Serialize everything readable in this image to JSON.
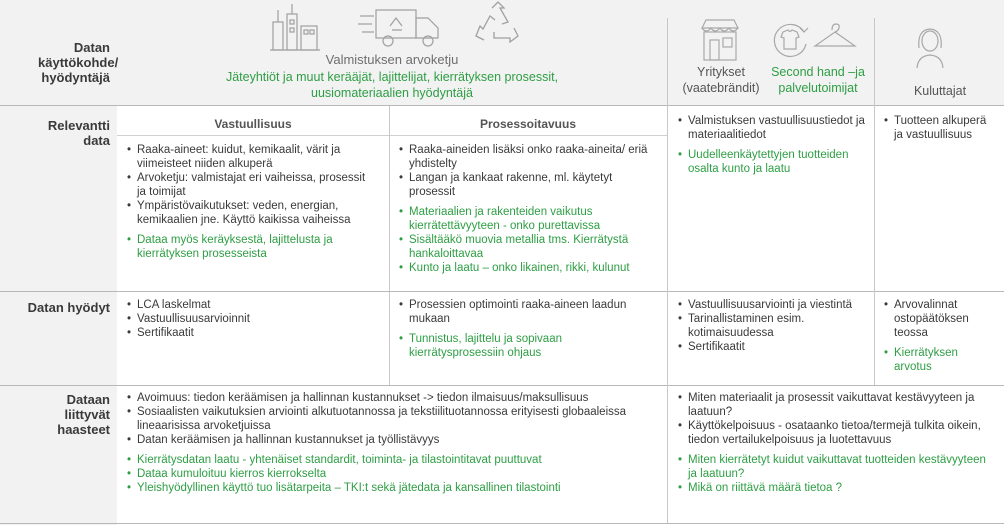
{
  "rows": {
    "header": "Datan käyttökohde/ hyödyntäjä",
    "relevant": "Relevantti data",
    "benefits": "Datan hyödyt",
    "challenges": "Dataan liittyvät haasteet"
  },
  "header": {
    "manufacturing_title": "Valmistuksen arvoketju",
    "manufacturing_sub": "Jäteyhtiöt ja muut kerääjät, lajittelijat, kierrätyksen prosessit, uusiomateriaalien hyödyntäjä",
    "companies": "Yritykset (vaatebrändit)",
    "second_hand": "Second hand –ja palvelutoimijat",
    "consumers": "Kuluttajat"
  },
  "subheads": {
    "responsibility": "Vastuullisuus",
    "processability": "Prosessoitavuus"
  },
  "relevant": {
    "responsibility": [
      {
        "text": "Raaka-aineet: kuidut, kemikaalit, värit ja viimeisteet niiden alkuperä",
        "green": false
      },
      {
        "text": "Arvoketju: valmistajat eri vaiheissa, prosessit ja toimijat",
        "green": false
      },
      {
        "text": "Ympäristövaikutukset: veden, energian, kemikaalien jne. Käyttö kaikissa vaiheissa",
        "green": false
      },
      {
        "text": "Dataa myös keräyksestä, lajittelusta ja kierrätyksen prosesseista",
        "green": true
      }
    ],
    "processability": [
      {
        "text": "Raaka-aineiden lisäksi onko raaka-aineita/ eriä yhdistelty",
        "green": false
      },
      {
        "text": "Langan ja kankaat rakenne, ml. käytetyt prosessit",
        "green": false
      },
      {
        "text": "Materiaalien ja rakenteiden vaikutus kierrätettävyyteen - onko purettavissa",
        "green": true
      },
      {
        "text": "Sisältääkö muovia metallia tms. Kierrätystä hankaloittavaa",
        "green": true
      },
      {
        "text": "Kunto ja laatu – onko likainen, rikki, kulunut",
        "green": true
      }
    ],
    "companies": [
      {
        "text": "Valmistuksen vastuullisuustiedot ja materiaalitiedot",
        "green": false
      },
      {
        "text": "Uudelleenkäytettyjen tuotteiden osalta kunto ja laatu",
        "green": true
      }
    ],
    "consumers": [
      {
        "text": "Tuotteen alkuperä ja vastuullisuus",
        "green": false
      }
    ]
  },
  "benefits": {
    "responsibility": [
      {
        "text": "LCA laskelmat",
        "green": false
      },
      {
        "text": "Vastuullisuusarvioinnit",
        "green": false
      },
      {
        "text": "Sertifikaatit",
        "green": false
      }
    ],
    "processability": [
      {
        "text": "Prosessien optimointi raaka-aineen laadun mukaan",
        "green": false
      },
      {
        "text": "Tunnistus, lajittelu ja sopivaan kierrätysprosessiin ohjaus",
        "green": true
      }
    ],
    "companies": [
      {
        "text": "Vastuullisuusarviointi ja viestintä",
        "green": false
      },
      {
        "text": "Tarinallistaminen esim. kotimaisuudessa",
        "green": false
      },
      {
        "text": "Sertifikaatit",
        "green": false
      }
    ],
    "consumers": [
      {
        "text": "Arvovalinnat ostopäätöksen teossa",
        "green": false
      },
      {
        "text": "Kierrätyksen arvotus",
        "green": true
      }
    ]
  },
  "challenges": {
    "left": [
      {
        "text": "Avoimuus: tiedon keräämisen ja hallinnan kustannukset -> tiedon ilmaisuus/maksullisuus",
        "green": false
      },
      {
        "text": "Sosiaalisten vaikutuksien arviointi alkutuotannossa ja tekstiilituotannossa erityisesti globaaleissa lineaarisissa arvoketjuissa",
        "green": false
      },
      {
        "text": "Datan keräämisen ja hallinnan kustannukset ja työllistävyys",
        "green": false
      },
      {
        "text": "Kierrätysdatan laatu - yhtenäiset standardit, toiminta- ja tilastointitavat puuttuvat",
        "green": true
      },
      {
        "text": "Dataa kumuloituu kierros kierrokselta",
        "green": true
      },
      {
        "text": "Yleishyödyllinen käyttö tuo lisätarpeita – TKI:t sekä jätedata ja kansallinen tilastointi",
        "green": true
      }
    ],
    "right": [
      {
        "text": "Miten materiaalit ja prosessit vaikuttavat kestävyyteen ja laatuun?",
        "green": false
      },
      {
        "text": "Käyttökelpoisuus - osataanko tietoa/termejä tulkita oikein, tiedon vertailukelpoisuus ja luotettavuus",
        "green": false
      },
      {
        "text": "Miten kierrätetyt kuidut vaikuttavat tuotteiden kestävyyteen ja laatuun?",
        "green": true
      },
      {
        "text": "Mikä on riittävä määrä tietoa ?",
        "green": true
      }
    ]
  }
}
